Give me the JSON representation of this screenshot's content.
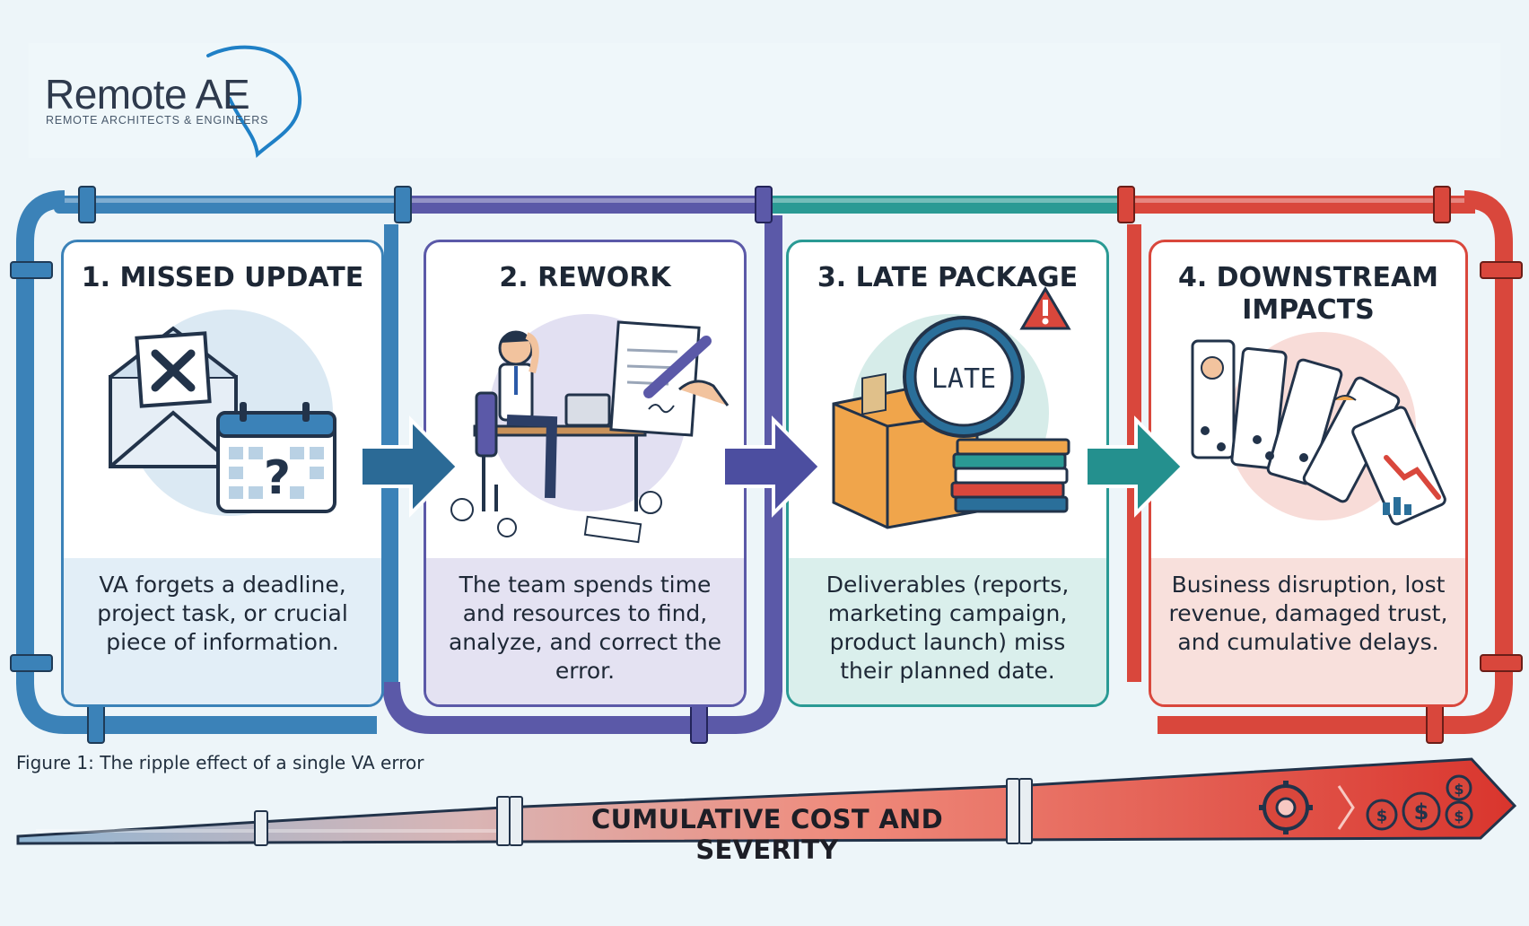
{
  "logo": {
    "name": "Remote AE",
    "tagline": "REMOTE ARCHITECTS & ENGINEERS"
  },
  "steps": [
    {
      "title": "1. MISSED UPDATE",
      "description": "VA forgets a deadline, project task, or crucial piece of information.",
      "color": "#3b82b8",
      "icon": "envelope-calendar-icon"
    },
    {
      "title": "2. REWORK",
      "description": "The team spends time and resources to find, analyze, and correct the error.",
      "color": "#5b59a8",
      "icon": "worker-desk-icon"
    },
    {
      "title": "3. LATE PACKAGE",
      "description": "Deliverables (reports, marketing campaign, product launch) miss their planned date.",
      "color": "#2a9a94",
      "icon": "late-clock-box-icon"
    },
    {
      "title": "4. DOWNSTREAM IMPACTS",
      "description": "Business disruption, lost revenue, damaged trust, and cumulative delays.",
      "color": "#d9473c",
      "icon": "falling-dominoes-icon"
    }
  ],
  "clock_label": "LATE",
  "caption": "Figure 1: The ripple effect of a single VA error",
  "cost_bar": {
    "label": "CUMULATIVE COST AND SEVERITY",
    "icon": "gear-dollar-icon"
  },
  "colors": {
    "blue": "#3b82b8",
    "purple": "#5b59a8",
    "teal": "#2a9a94",
    "red": "#d9473c"
  }
}
